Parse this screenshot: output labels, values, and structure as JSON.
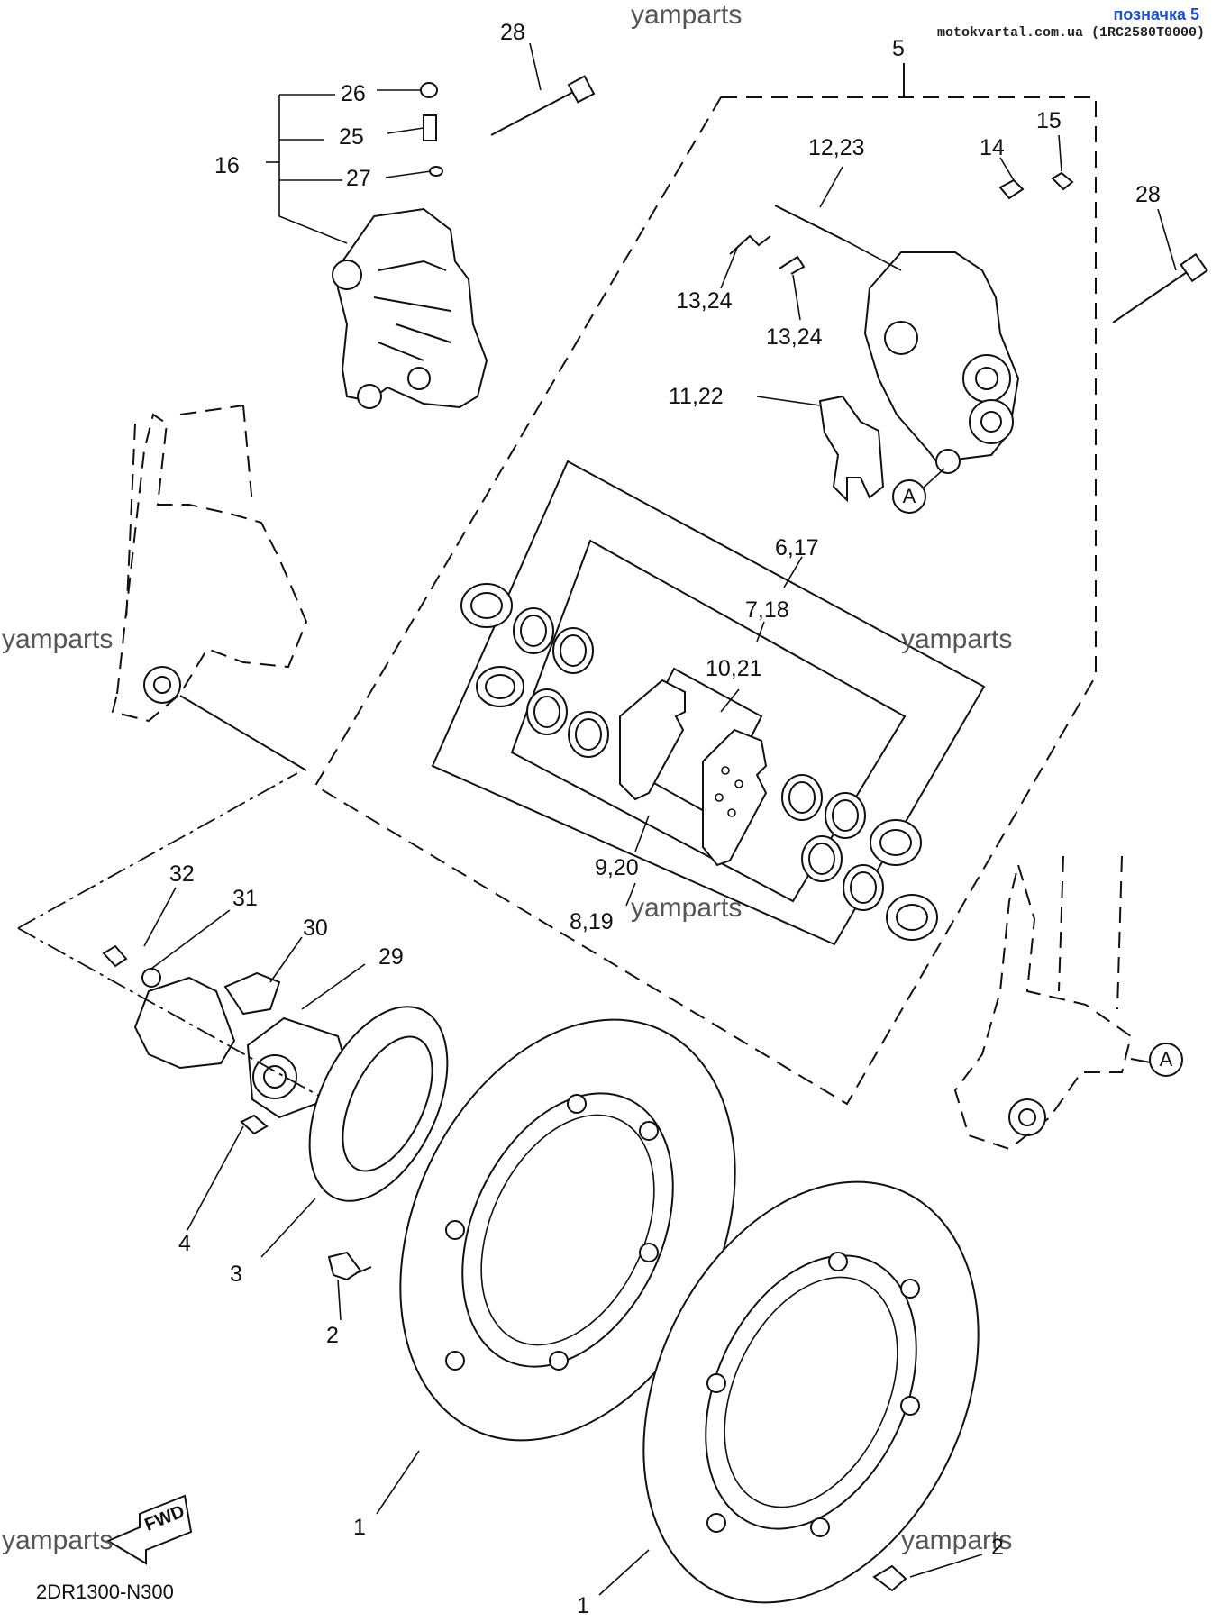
{
  "header": {
    "tag": "позначка 5",
    "site": "motokvartal.com.ua (1RC2580T0000)"
  },
  "watermarks": [
    "yamparts",
    "yamparts",
    "yamparts",
    "yamparts",
    "yamparts",
    "yamparts"
  ],
  "ref_code": "2DR1300-N300",
  "callout_marker": "A",
  "fwd_label": "FWD",
  "callouts": [
    "28",
    "5",
    "26",
    "25",
    "16",
    "27",
    "15",
    "12,23",
    "14",
    "28",
    "13,24",
    "13,24",
    "11,22",
    "6,17",
    "7,18",
    "10,21",
    "9,20",
    "8,19",
    "32",
    "31",
    "30",
    "29",
    "4",
    "3",
    "2",
    "1",
    "1",
    "2"
  ]
}
